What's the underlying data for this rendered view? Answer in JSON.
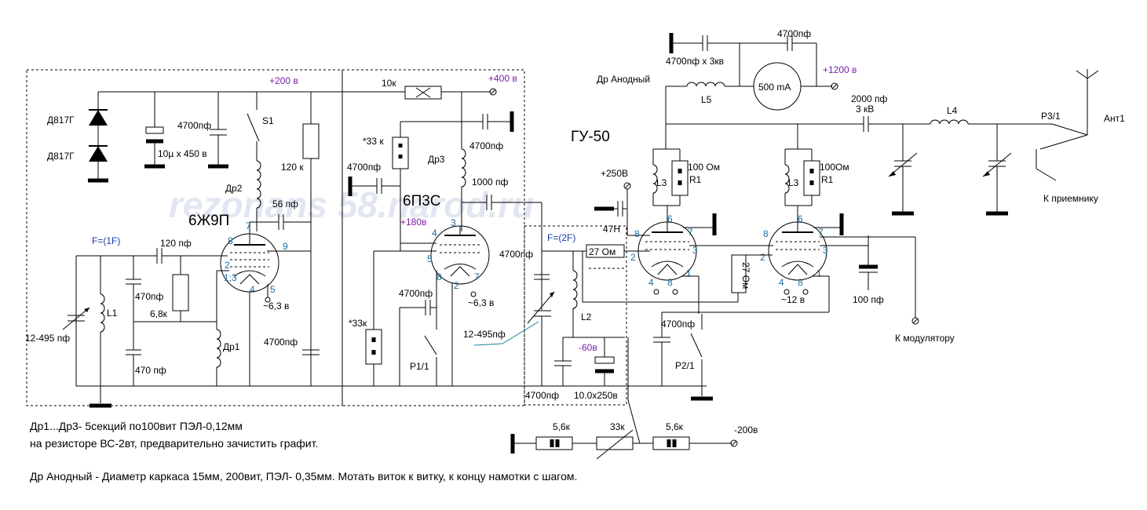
{
  "watermark": "rezonans 58.narod.ru",
  "tubes": {
    "v1": "6Ж9П",
    "v2": "6П3С",
    "v3": "ГУ-50"
  },
  "voltages": {
    "plus200": "+200 в",
    "plus400": "+400 в",
    "plus180": "+180в",
    "plus1200": "+1200 в",
    "plus250": "+250В",
    "minus60": "-60в",
    "minus200": "-200в",
    "fil63a": "~6,3 в",
    "fil63b": "~6,3 в",
    "fil12": "~12 в"
  },
  "labels": {
    "d817a": "Д817Г",
    "d817b": "Д817Г",
    "c4700_top": "4700пф",
    "c10u": "10µ х 450 в",
    "s1": "S1",
    "r120k": "120 к",
    "dr2": "Др2",
    "r10k": "10к",
    "r33k_top": "*33 к",
    "c4700_dr3": "4700пф",
    "dr3": "Др3",
    "c4700_g2": "4700пф",
    "c1000": "1000 пф",
    "c56": "56 пф",
    "f1": "F=(1F)",
    "c120": "120 пф",
    "c470a": "470пф",
    "r68k": "6,8к",
    "l1": "L1",
    "c12495a": "12-495 пф",
    "c470b": "470 пф",
    "dr1": "Др1",
    "c4700_b": "4700пф",
    "r33k_bot": "*33к",
    "c4700_p1": "4700пф",
    "p1": "Р1/1",
    "f2": "F=(2F)",
    "c4700_f2": "4700пф",
    "r27a": "27 Ом",
    "l2": "L2",
    "c12495b": "12-495пф",
    "c10x250": "10.0х250в",
    "c4700_bot": "4700пф",
    "c4700x3": "4700пф х 3кв",
    "c4700_ma": "4700пф",
    "meter": "500 mA",
    "dr_anod": "Др Анодный",
    "l5": "L5",
    "c2000": "2000 пф",
    "c3kv": "3 кВ",
    "l4": "L4",
    "p3": "Р3/1",
    "ant": "Ант1",
    "to_rx": "К приемнику",
    "l3a": "L3",
    "r1a": "R1",
    "r100a": "100 Ом",
    "l3b": "L3",
    "r1b": "R1",
    "r100b": "100Ом",
    "c47n": "47Н",
    "r27b": "27 Ом",
    "c4700_p2": "4700пф",
    "p2": "Р2/1",
    "c100": "100 пф",
    "to_mod": "К модулятору",
    "r56a": "5,6к",
    "r33k_pot": "33к",
    "r56b": "5,6к"
  },
  "pins": {
    "v1_7": "7",
    "v1_8": "8",
    "v1_9": "9",
    "v1_2": "2",
    "v1_13": "1;3",
    "v1_4": "4",
    "v1_5": "5",
    "v2_3": "3",
    "v2_4": "4",
    "v2_5": "5",
    "v2_8": "8",
    "v2_2": "2",
    "v2_7": "7",
    "v3_6": "6",
    "v3_7": "7",
    "v3_8": "8",
    "v3_2": "2",
    "v3_3": "3",
    "v3_4": "4",
    "v3_8b": "8",
    "v3_1": "1",
    "v4_6": "6",
    "v4_7": "7",
    "v4_8": "8",
    "v4_2": "2",
    "v4_3": "3",
    "v4_4": "4",
    "v4_8b": "8",
    "v4_1": "1"
  },
  "notes": {
    "line1": "Др1...Др3- 5секций по100вит ПЭЛ-0,12мм",
    "line2": "на резисторе ВС-2вт, предварительно зачистить  графит.",
    "line3": "Др Анодный - Диаметр каркаса 15мм, 200вит, ПЭЛ-  0,35мм.    Мотать виток к витку, к концу намотки  с шагом."
  }
}
